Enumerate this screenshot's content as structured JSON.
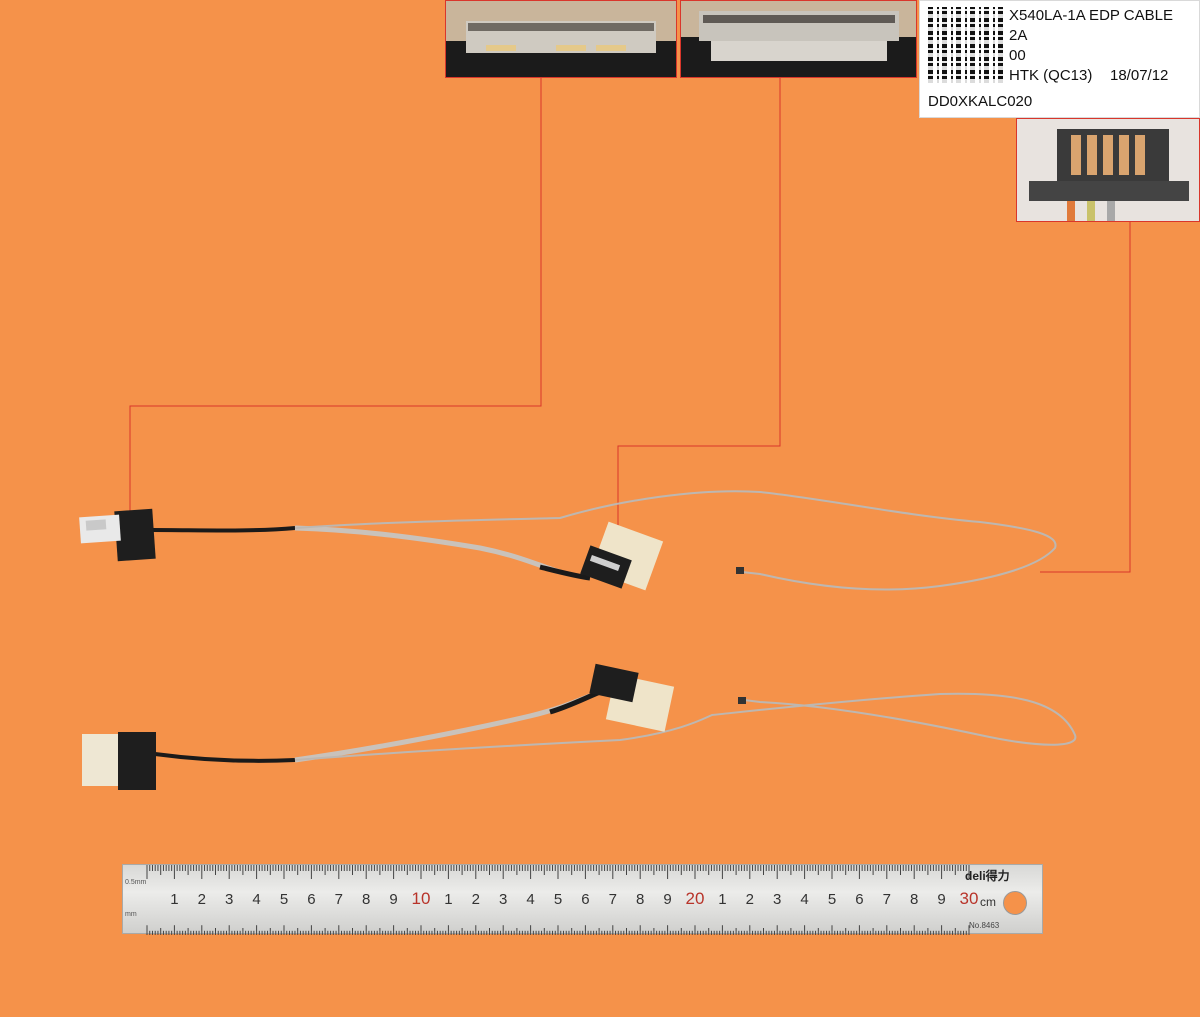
{
  "label": {
    "line1": "X540LA-1A EDP CABLE",
    "line2": "2A",
    "line3": "00",
    "line4": "HTK (QC13)",
    "date": "18/07/12",
    "part_number": "DD0XKALC020"
  },
  "ruler": {
    "brand": "deli得力",
    "unit": "cm",
    "mm_label": "0.5mm",
    "mm_label_2": "mm",
    "model_no": "No.8463",
    "numbers": [
      "1",
      "2",
      "3",
      "4",
      "5",
      "6",
      "7",
      "8",
      "9",
      "10",
      "1",
      "2",
      "3",
      "4",
      "5",
      "6",
      "7",
      "8",
      "9",
      "20",
      "1",
      "2",
      "3",
      "4",
      "5",
      "6",
      "7",
      "8",
      "9",
      "30"
    ]
  },
  "colors": {
    "background": "#f5924a",
    "callout_line": "#d9362b",
    "cable_black": "#1a1a1a",
    "cable_gray": "#c9c2bb"
  }
}
